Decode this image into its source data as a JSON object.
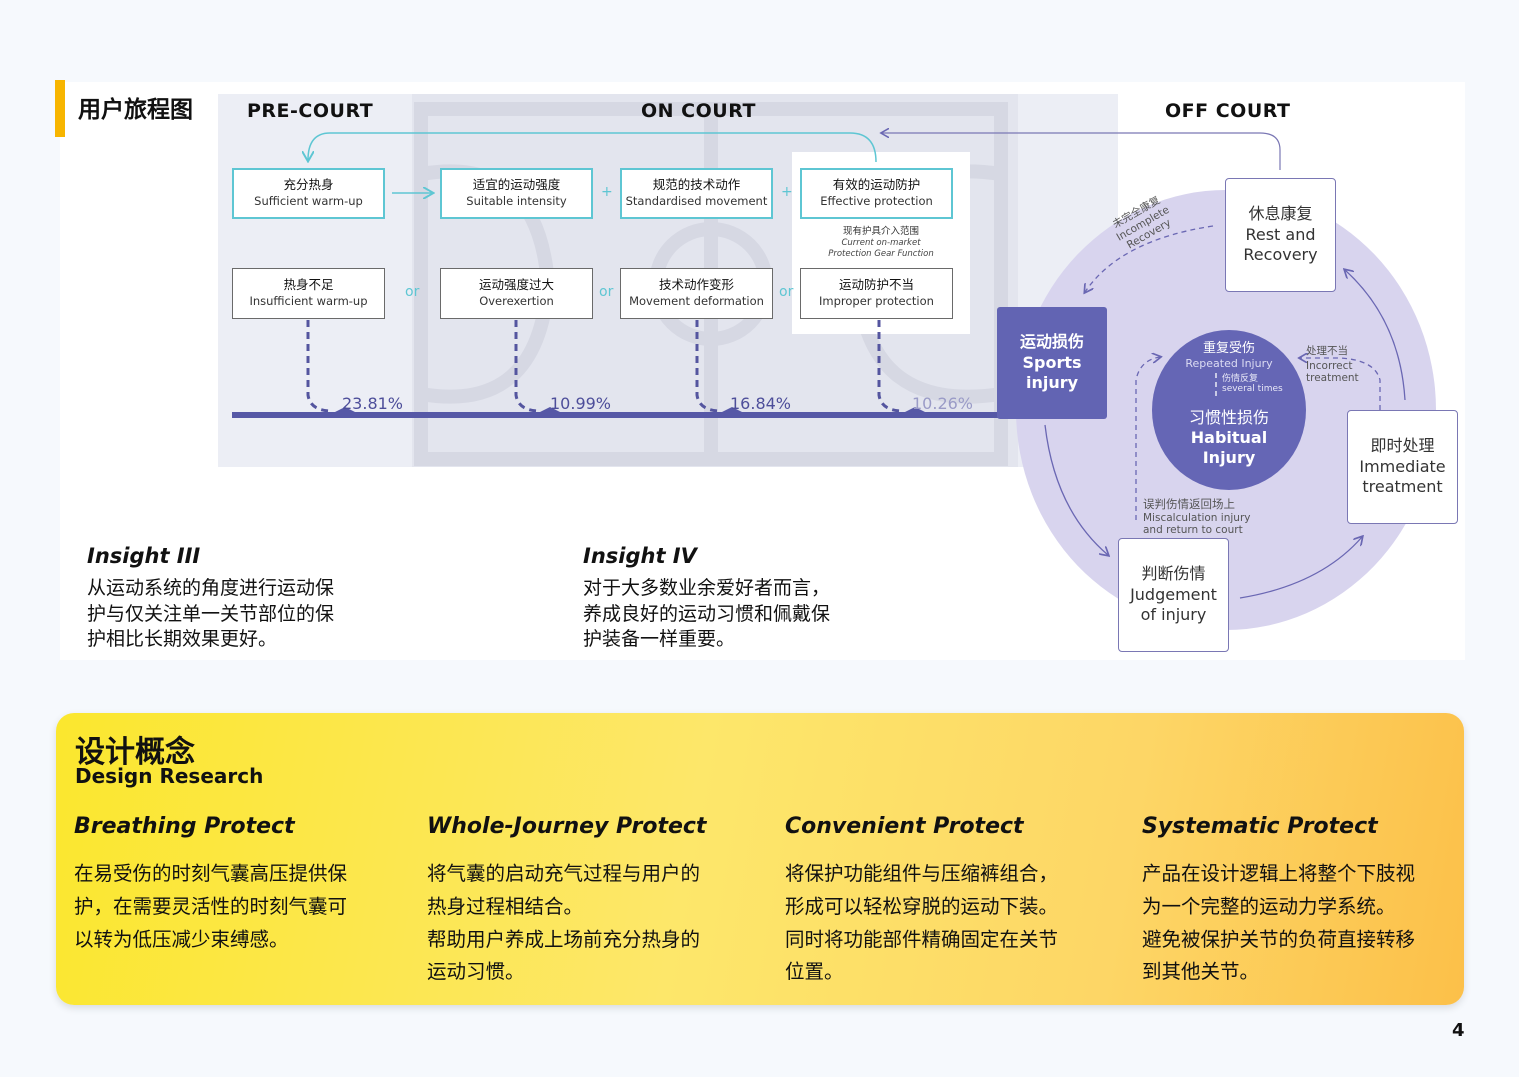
{
  "journey": {
    "title": "用户旅程图",
    "phases": {
      "pre": "PRE-COURT",
      "on": "ON COURT",
      "off": "OFF COURT"
    },
    "good_steps": [
      {
        "cn": "充分热身",
        "en": "Sufficient warm-up"
      },
      {
        "cn": "适宜的运动强度",
        "en": "Suitable intensity"
      },
      {
        "cn": "规范的技术动作",
        "en": "Standardised movement"
      },
      {
        "cn": "有效的运动防护",
        "en": "Effective protection"
      }
    ],
    "bad_steps": [
      {
        "cn": "热身不足",
        "en": "Insufficient warm-up"
      },
      {
        "cn": "运动强度过大",
        "en": "Overexertion"
      },
      {
        "cn": "技术动作变形",
        "en": "Movement deformation"
      },
      {
        "cn": "运动防护不当",
        "en": "Improper protection"
      }
    ],
    "operators": {
      "plus": "+",
      "or": "or"
    },
    "gear_note": {
      "cn": "现有护具介入范围",
      "en1": "Current on-market",
      "en2": "Protection Gear Function"
    },
    "percentages": [
      "23.81%",
      "10.99%",
      "16.84%",
      "10.26%"
    ],
    "colors": {
      "accent": "#f7b500",
      "teal": "#5ec6d3",
      "purple": "#6264b3"
    }
  },
  "cycle": {
    "sports_injury": {
      "cn": "运动损伤",
      "en1": "Sports",
      "en2": "injury"
    },
    "rest": {
      "cn": "休息康复",
      "en1": "Rest and",
      "en2": "Recovery"
    },
    "immediate": {
      "cn": "即时处理",
      "en1": "Immediate",
      "en2": "treatment"
    },
    "judgement": {
      "cn": "判断伤情",
      "en1": "Judgement",
      "en2": "of injury"
    },
    "repeated": {
      "cn": "重复受伤",
      "en": "Repeated Injury"
    },
    "several": {
      "cn": "伤情反复",
      "en": "several times"
    },
    "habitual": {
      "cn": "习惯性损伤",
      "en1": "Habitual",
      "en2": "Injury"
    },
    "incomplete": {
      "cn": "未完全康复",
      "en1": "Incomplete",
      "en2": "Recovery"
    },
    "incorrect": {
      "cn": "处理不当",
      "en1": "Incorrect",
      "en2": "treatment"
    },
    "miscalc": {
      "cn": "误判伤情返回场上",
      "en1": "Miscalculation injury",
      "en2": "and return to court"
    }
  },
  "insights": [
    {
      "title": "Insight III",
      "lines": [
        "从运动系统的角度进行运动保",
        "护与仅关注单一关节部位的保",
        "护相比长期效果更好。"
      ]
    },
    {
      "title": "Insight IV",
      "lines": [
        "对于大多数业余爱好者而言，",
        "养成良好的运动习惯和佩戴保",
        "护装备一样重要。"
      ]
    }
  ],
  "design": {
    "title": "设计概念",
    "subtitle": "Design Research",
    "columns": [
      {
        "title": "Breathing Protect",
        "lines": [
          "在易受伤的时刻气囊高压提供保",
          "护，在需要灵活性的时刻气囊可",
          "以转为低压减少束缚感。"
        ]
      },
      {
        "title": "Whole-Journey Protect",
        "lines": [
          "将气囊的启动充气过程与用户的",
          "热身过程相结合。",
          "帮助用户养成上场前充分热身的",
          "运动习惯。"
        ]
      },
      {
        "title": "Convenient Protect",
        "lines": [
          "将保护功能组件与压缩裤组合，",
          "形成可以轻松穿脱的运动下装。",
          "同时将功能部件精确固定在关节",
          "位置。"
        ]
      },
      {
        "title": "Systematic Protect",
        "lines": [
          "产品在设计逻辑上将整个下肢视",
          "为一个完整的运动力学系统。",
          "避免被保护关节的负荷直接转移",
          "到其他关节。"
        ]
      }
    ]
  },
  "page_number": "4"
}
